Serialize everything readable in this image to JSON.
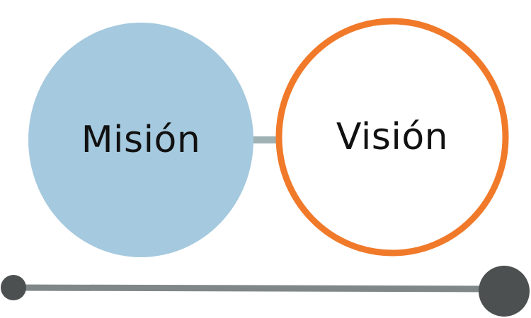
{
  "diagram": {
    "nodes": [
      {
        "id": "mision",
        "label": "Misión",
        "style": "filled"
      },
      {
        "id": "vision",
        "label": "Visión",
        "style": "outlined"
      }
    ],
    "connector": {
      "from": "mision",
      "to": "vision"
    },
    "timeline": {
      "start_marker": "small-dot",
      "end_marker": "large-dot"
    }
  },
  "colors": {
    "mision_fill": "#a5c9de",
    "vision_stroke": "#f07a2a",
    "vision_fill": "#ffffff",
    "connector": "#9fb1b3",
    "timeline_line": "#7f8788",
    "timeline_dots": "#4d5050",
    "text": "#111111"
  }
}
